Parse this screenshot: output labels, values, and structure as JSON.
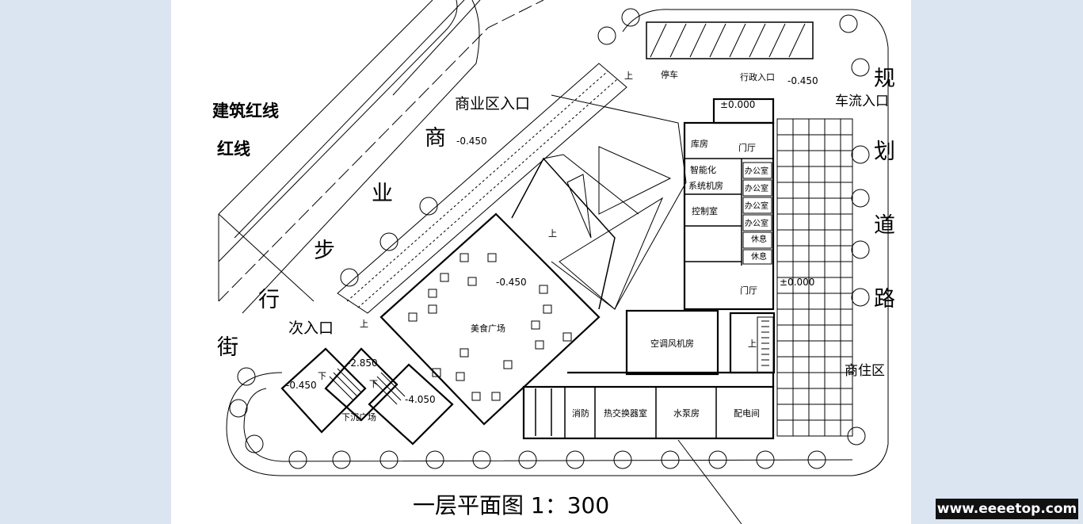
{
  "title": "一层平面图 1：300",
  "labels": {
    "jianzhu_hongxian": "建筑红线",
    "hongxian": "红线",
    "shangye_buxingjie": [
      "商",
      "业",
      "步",
      "行",
      "街"
    ],
    "guihua_daolu": [
      "规",
      "划",
      "道",
      "路"
    ],
    "shangyequ_rukou": "商业区入口",
    "chezhu_rukou": "车流入口",
    "ci_rukou": "次入口",
    "zhuzhaiqu": "商住区",
    "tingche": "停车",
    "xingzheng_rukou": "行政入口",
    "meishi_guangchang": "美食广场",
    "xiachen_guangchang": "下沉广场",
    "kongtiao_fengjifang": "空调风机房",
    "xiaofang": "消防",
    "rejiaohuan": "热交换器室",
    "shuibengfang": "水泵房",
    "peidianjian": "配电间",
    "kufang": "库房",
    "zhinenghua_1": "智能化",
    "zhinenghua_2": "系统机房",
    "kongzhishi": "控制室",
    "menting": "门厅",
    "bangongshi": "办公室",
    "xiuxi": "休息",
    "shang": "上",
    "xia": "下"
  },
  "levels": {
    "l1": "-0.450",
    "l2": "-0.450",
    "l3": "±0.000",
    "l4": "-0.450",
    "l5": "-0.450",
    "l6": "±0.000",
    "l7": "-2.850",
    "l8": "-4.050"
  },
  "watermark": "www.eeeetop.com"
}
